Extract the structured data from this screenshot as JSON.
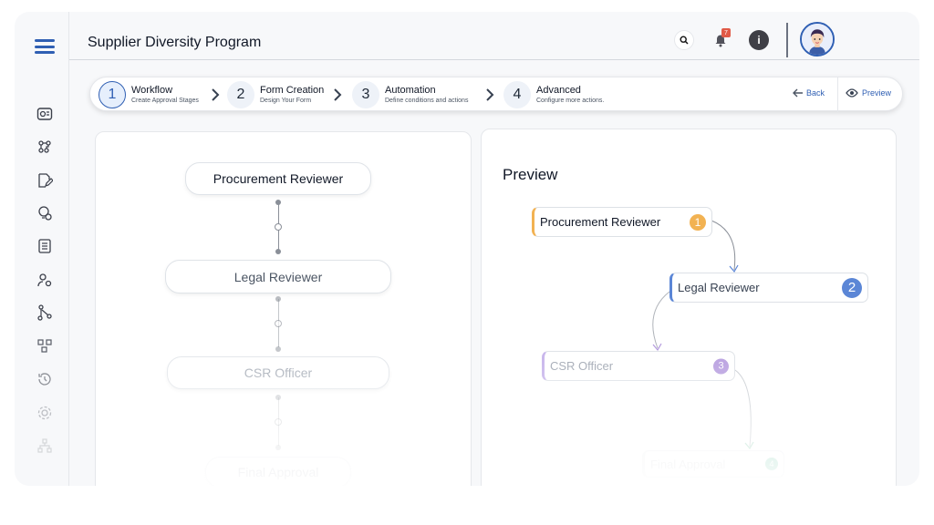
{
  "header": {
    "title": "Supplier Diversity Program",
    "notification_count": "7"
  },
  "sidebar": {
    "items": [
      {
        "icon": "dashboard-icon"
      },
      {
        "icon": "workflow-icon"
      },
      {
        "icon": "edit-document-icon"
      },
      {
        "icon": "settings-bulb-icon"
      },
      {
        "icon": "list-icon"
      },
      {
        "icon": "user-settings-icon"
      },
      {
        "icon": "hierarchy-icon"
      },
      {
        "icon": "flow-icon"
      },
      {
        "icon": "history-icon"
      },
      {
        "icon": "cog-icon"
      },
      {
        "icon": "org-chart-icon"
      }
    ]
  },
  "steps": [
    {
      "num": "1",
      "title": "Workflow",
      "sub": "Create Approval Stages"
    },
    {
      "num": "2",
      "title": "Form Creation",
      "sub": "Design Your Form"
    },
    {
      "num": "3",
      "title": "Automation",
      "sub": "Define conditions and actions"
    },
    {
      "num": "4",
      "title": "Advanced",
      "sub": "Configure more actions."
    }
  ],
  "actions": {
    "back": "Back",
    "preview": "Preview"
  },
  "workflow": {
    "nodes": [
      "Procurement Reviewer",
      "Legal Reviewer",
      "CSR Officer",
      "Final Approval"
    ]
  },
  "preview": {
    "title": "Preview",
    "nodes": [
      {
        "label": "Procurement Reviewer",
        "num": "1",
        "color": "#f2b252"
      },
      {
        "label": "Legal Reviewer",
        "num": "2",
        "color": "#5b86d6"
      },
      {
        "label": "CSR Officer",
        "num": "3",
        "color": "#9b7fd8"
      },
      {
        "label": "Final Approval",
        "num": "4",
        "color": "#3fb48a"
      }
    ]
  },
  "colors": {
    "accent": "#2f5fb3",
    "badge": "#e05a47"
  }
}
